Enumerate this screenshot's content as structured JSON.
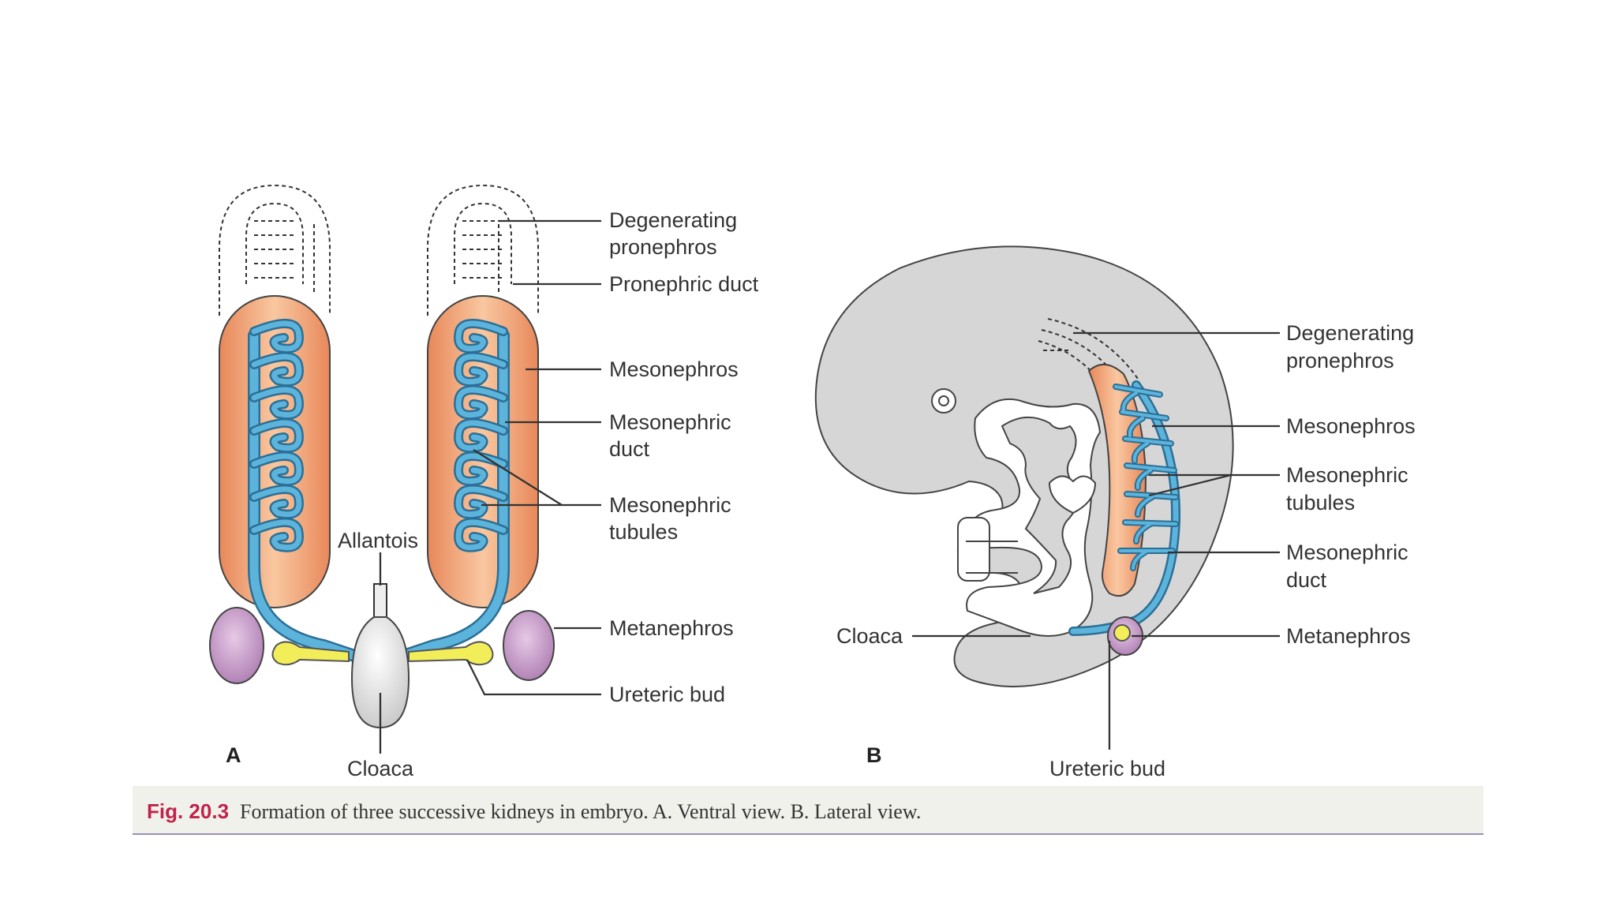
{
  "figure": {
    "caption_number": "Fig. 20.3",
    "caption_text": "Formation of three successive kidneys in embryo. A. Ventral view. B. Lateral view."
  },
  "panel_a": {
    "letter": "A",
    "labels": {
      "degenerating_pronephros_1": "Degenerating",
      "degenerating_pronephros_2": "pronephros",
      "pronephric_duct": "Pronephric duct",
      "mesonephros": "Mesonephros",
      "mesonephric_duct_1": "Mesonephric",
      "mesonephric_duct_2": "duct",
      "mesonephric_tubules_1": "Mesonephric",
      "mesonephric_tubules_2": "tubules",
      "allantois": "Allantois",
      "metanephros": "Metanephros",
      "ureteric_bud": "Ureteric bud",
      "cloaca": "Cloaca"
    }
  },
  "panel_b": {
    "letter": "B",
    "labels": {
      "degenerating_pronephros_1": "Degenerating",
      "degenerating_pronephros_2": "pronephros",
      "mesonephros": "Mesonephros",
      "mesonephric_tubules_1": "Mesonephric",
      "mesonephric_tubules_2": "tubules",
      "mesonephric_duct_1": "Mesonephric",
      "mesonephric_duct_2": "duct",
      "metanephros": "Metanephros",
      "cloaca": "Cloaca",
      "ureteric_bud": "Ureteric bud"
    }
  },
  "colors": {
    "mesonephros_fill": "#f0a070",
    "duct_blue": "#5cb4dc",
    "metanephros_purple": "#c59ac8",
    "ureteric_yellow": "#f2ee5a",
    "embryo_gray": "#d6d6d6",
    "cloaca_white": "#eeeeee",
    "caption_red": "#c0234a"
  }
}
